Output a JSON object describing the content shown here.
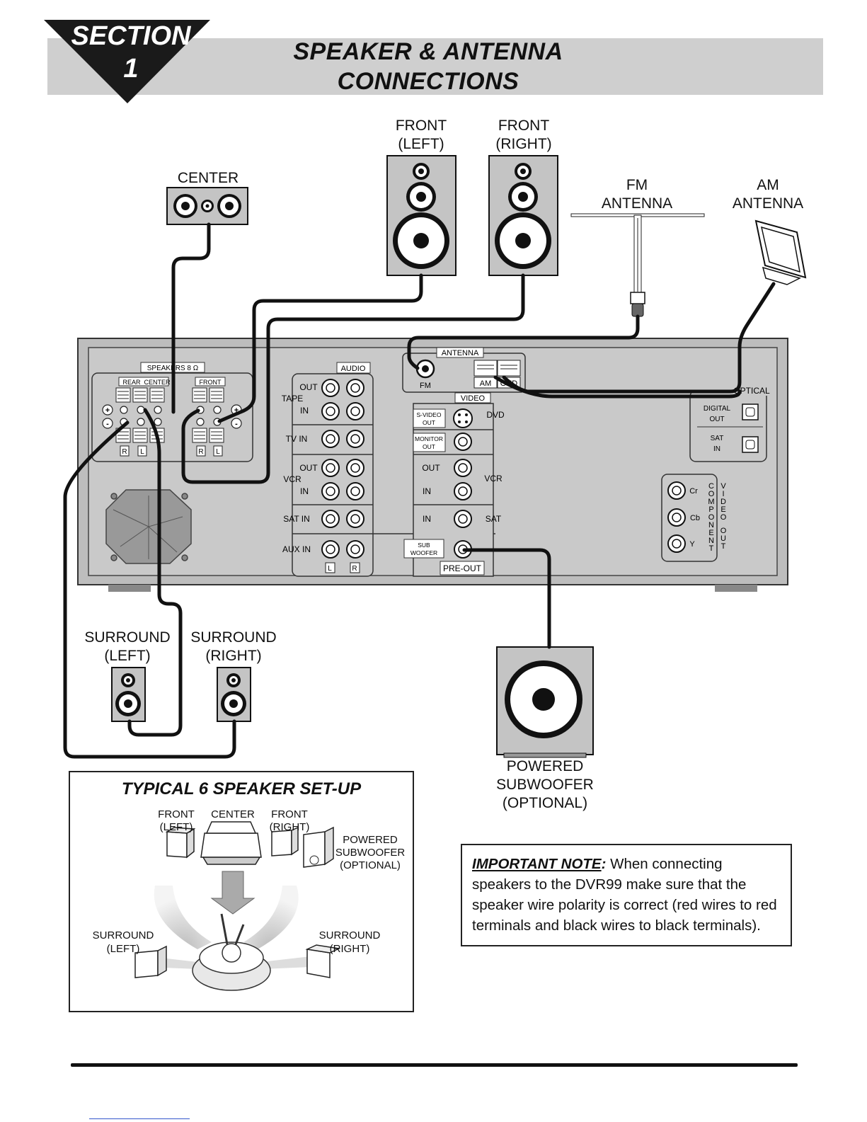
{
  "section": {
    "word": "SECTION",
    "number": "1"
  },
  "title": {
    "line1": "SPEAKER & ANTENNA",
    "line2": "CONNECTIONS"
  },
  "speakers": {
    "center": "CENTER",
    "front_left": [
      "FRONT",
      "(LEFT)"
    ],
    "front_right": [
      "FRONT",
      "(RIGHT)"
    ],
    "surround_left": [
      "SURROUND",
      "(LEFT)"
    ],
    "surround_right": [
      "SURROUND",
      "(RIGHT)"
    ],
    "subwoofer": [
      "POWERED",
      "SUBWOOFER",
      "(OPTIONAL)"
    ]
  },
  "antennas": {
    "fm": [
      "FM",
      "ANTENNA"
    ],
    "am": [
      "AM",
      "ANTENNA"
    ]
  },
  "panel": {
    "speakers_label": "SPEAKERS 8 Ω",
    "rear": "REAR",
    "center": "CENTER",
    "front": "FRONT",
    "plus": "+",
    "minus": "-",
    "r": "R",
    "l": "L",
    "audio": "AUDIO",
    "out": "OUT",
    "in": "IN",
    "tape": "TAPE",
    "tv_in": "TV IN",
    "vcr": "VCR",
    "sat_in": "SAT IN",
    "aux_in": "AUX IN",
    "antenna": "ANTENNA",
    "fm": "FM",
    "am": "AM",
    "gnd": "GND",
    "video": "VIDEO",
    "s_video_out": [
      "S-VIDEO",
      "OUT"
    ],
    "monitor_out": [
      "MONITOR",
      "OUT"
    ],
    "dvd": "DVD",
    "sat": "SAT",
    "sub_woofer": [
      "SUB",
      "WOOFER"
    ],
    "pre_out": "PRE-OUT",
    "optical": "OPTICAL",
    "digital_out": [
      "DIGITAL",
      "OUT"
    ],
    "sat_in_opt": [
      "SAT",
      "IN"
    ],
    "cr": "Cr",
    "cb": "Cb",
    "y": "Y",
    "component": "COMPONENT",
    "video_out": [
      "VIDEO",
      "OUT"
    ]
  },
  "setup": {
    "title": "TYPICAL 6 SPEAKER SET-UP",
    "front_left": [
      "FRONT",
      "(LEFT)"
    ],
    "center": "CENTER",
    "front_right": [
      "FRONT",
      "(RIGHT)"
    ],
    "subwoofer": [
      "POWERED",
      "SUBWOOFER",
      "(OPTIONAL)"
    ],
    "surround_left": [
      "SURROUND",
      "(LEFT)"
    ],
    "surround_right": [
      "SURROUND",
      "(RIGHT)"
    ]
  },
  "note": {
    "heading": "IMPORTANT NOTE",
    "colon": ":",
    "text": " When connecting speakers to the DVR99 make sure that the speaker wire polarity is correct (red wires to red terminals and black wires to black terminals)."
  }
}
